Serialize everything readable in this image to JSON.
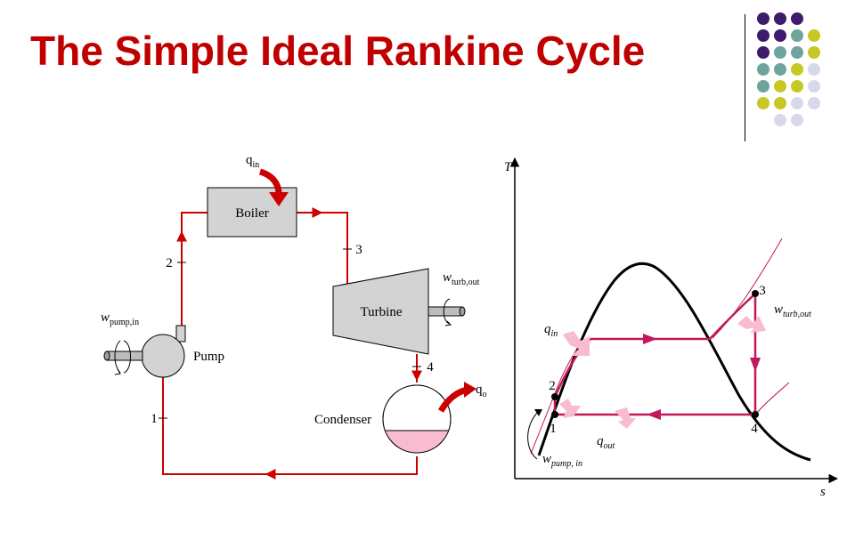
{
  "title": "The Simple Ideal Rankine Cycle",
  "colors": {
    "title": "#c00000",
    "pipe": "#cc0000",
    "process": "#c2185b",
    "arrow_pink": "#f8bbd0",
    "dome": "#000000",
    "dot_purple": "#3f1a6e",
    "dot_teal": "#6fa39d",
    "dot_yellow": "#c8c825",
    "dot_lavender": "#d8d8ec"
  },
  "decor": {
    "dot_rows": [
      [
        "purple",
        "purple",
        "purple"
      ],
      [
        "purple",
        "purple",
        "teal",
        "yellow"
      ],
      [
        "purple",
        "teal",
        "teal",
        "yellow"
      ],
      [
        "teal",
        "teal",
        "yellow",
        "lavender"
      ],
      [
        "teal",
        "yellow",
        "yellow",
        "lavender"
      ],
      [
        "yellow",
        "yellow",
        "lavender",
        "lavender"
      ],
      [
        "lavender",
        "lavender"
      ]
    ]
  },
  "cycle_diagram": {
    "boiler": "Boiler",
    "turbine": "Turbine",
    "pump": "Pump",
    "condenser": "Condenser",
    "q_in": {
      "main": "q",
      "sub": "in"
    },
    "q_out": {
      "main": "q",
      "sub": "o"
    },
    "w_turb": {
      "main": "w",
      "sub": "turb,out"
    },
    "w_pump": {
      "main": "w",
      "sub": "pump,in"
    },
    "states": [
      "1",
      "2",
      "3",
      "4"
    ]
  },
  "ts_diagram": {
    "x_axis": "s",
    "y_axis": "T",
    "q_in": {
      "main": "q",
      "sub": "in"
    },
    "q_out": {
      "main": "q",
      "sub": "out"
    },
    "w_turb": {
      "main": "w",
      "sub": "turb,out"
    },
    "w_pump": {
      "main": "w",
      "sub": "pump, in"
    },
    "points": [
      "1",
      "2",
      "3",
      "4"
    ]
  }
}
